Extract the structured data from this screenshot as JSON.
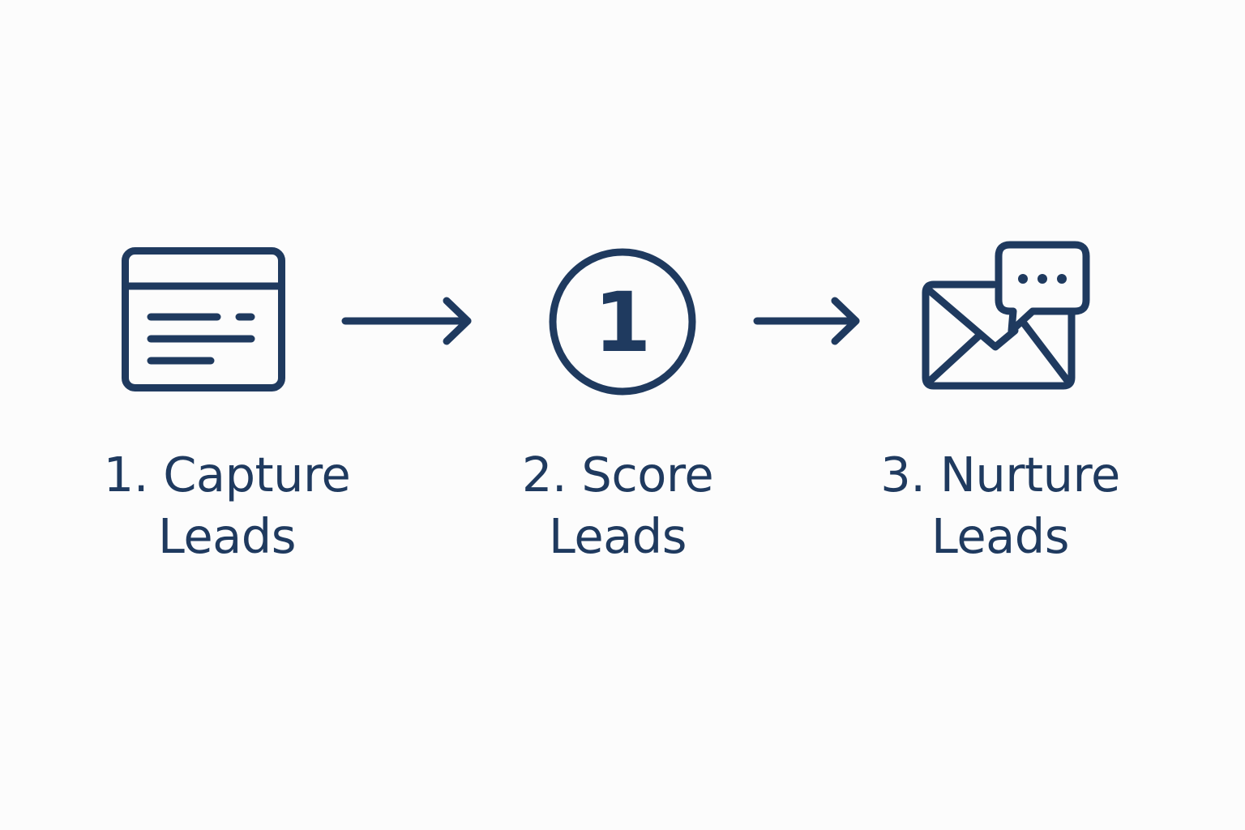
{
  "colors": {
    "background": "#fcfcfc",
    "ink": "#1f3a5f"
  },
  "steps": [
    {
      "icon": "web-form-icon",
      "line1": "1. Capture",
      "line2": "Leads"
    },
    {
      "icon": "score-badge-icon",
      "badge_text": "1",
      "line1": "2. Score",
      "line2": "Leads"
    },
    {
      "icon": "email-chat-icon",
      "line1": "3. Nurture",
      "line2": "Leads"
    }
  ],
  "connectors": [
    {
      "from": "1. Capture Leads",
      "to": "2. Score Leads",
      "icon": "arrow-right-icon"
    },
    {
      "from": "2. Score Leads",
      "to": "3. Nurture Leads",
      "icon": "arrow-right-icon"
    }
  ]
}
